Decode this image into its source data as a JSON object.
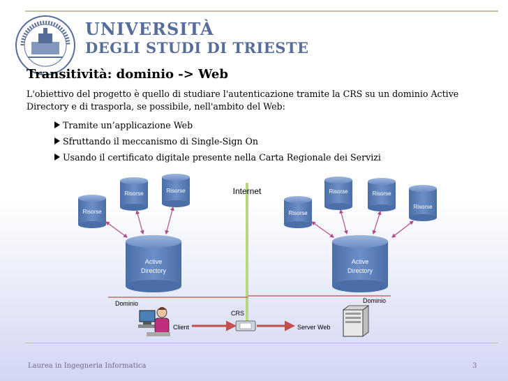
{
  "header": {
    "university_line1": "UNIVERSITÀ",
    "university_line2": "DEGLI STUDI DI TRIESTE",
    "seal_text": "UNIVERSITÀ DEGLI STUDI DI TRIESTE"
  },
  "slide": {
    "title": "Transitività: dominio -> Web",
    "intro": "L'obiettivo del progetto è quello di studiare l'autenticazione tramite la CRS su un dominio Active Directory e di trasporla, se possibile, nell'ambito del Web:",
    "bullets": [
      "Tramite un’applicazione Web",
      "Sfruttando il meccanismo di Single-Sign On",
      "Usando il certificato digitale presente nella Carta Regionale dei Servizi"
    ]
  },
  "diagram": {
    "resource_label": "Risorse",
    "ad_label_line1": "Active",
    "ad_label_line2": "Directory",
    "internet_label": "Internet",
    "domain_label": "Dominio",
    "client_label": "Client",
    "crs_label": "CRS",
    "server_label": "Server Web"
  },
  "colors": {
    "cylinder_fill": "#5b80b9",
    "internet_line": "#b7d97a",
    "client_server_line": "#c0504d",
    "arrow_purple": "#b24a8a"
  },
  "footer": {
    "course": "Laurea in Ingegneria Informatica",
    "page_number": "3"
  }
}
